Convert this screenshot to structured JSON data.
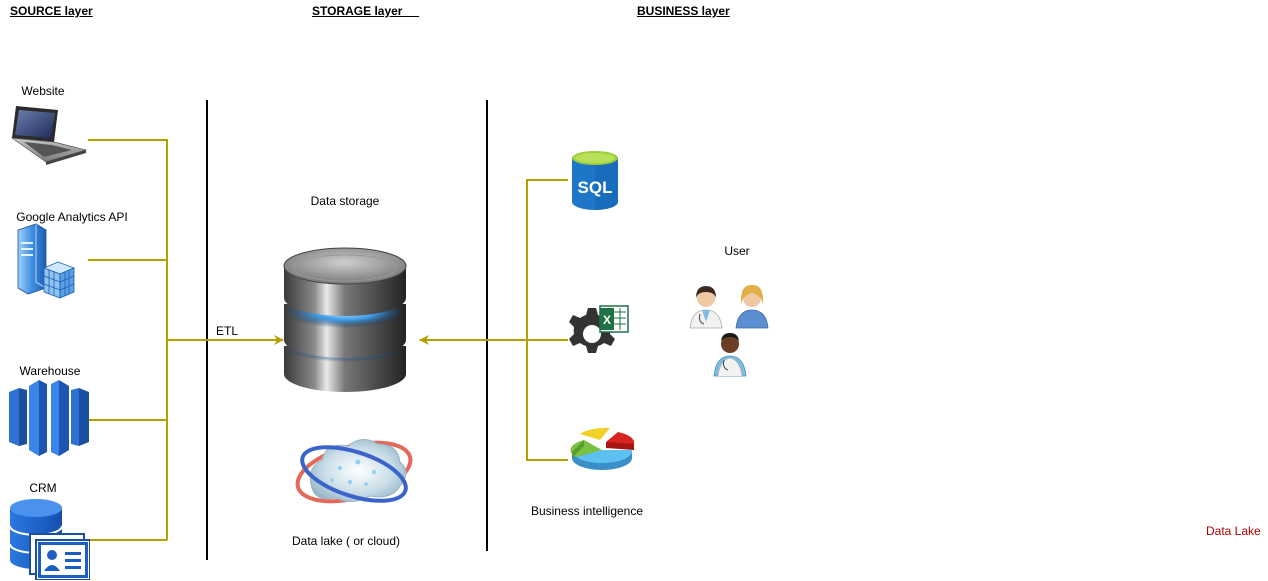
{
  "headers": {
    "source": "SOURCE layer",
    "storage": "STORAGE layer     ",
    "business": "BUSINESS layer"
  },
  "sources": [
    {
      "label": "Website",
      "icon": "laptop-icon"
    },
    {
      "label": "Google Analytics API",
      "icon": "server-cube-icon"
    },
    {
      "label": "Warehouse",
      "icon": "warehouse-redshift-icon"
    },
    {
      "label": "CRM",
      "icon": "crm-database-icon"
    }
  ],
  "storage": {
    "title": "Data storage",
    "etl_label": "ETL",
    "lake_label": "Data lake ( or cloud)"
  },
  "business": {
    "items": [
      {
        "icon": "sql-database-icon"
      },
      {
        "icon": "excel-gear-icon"
      },
      {
        "icon": "pie-chart-icon"
      }
    ],
    "bi_label": "Business intelligence",
    "user_label": "User"
  },
  "footer_label": "Data Lake",
  "colors": {
    "connector": "#b3a000",
    "divider": "#000000",
    "footer_text": "#b00000"
  }
}
